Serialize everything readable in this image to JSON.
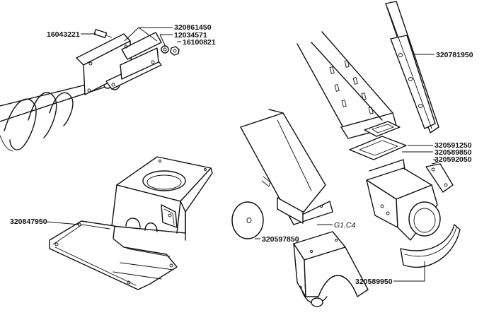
{
  "parts": {
    "p16043221": "16043221",
    "p320861450": "320861450",
    "p12034571": "12034571",
    "p16100821": "16100821",
    "p320781950": "320781950",
    "p320591250": "320591250",
    "p320589850": "320589850",
    "p320592050": "320592050",
    "p320847950": "320847950",
    "p320597850": "320597850",
    "p320589950": "320589950"
  },
  "reference": "G1.C4"
}
